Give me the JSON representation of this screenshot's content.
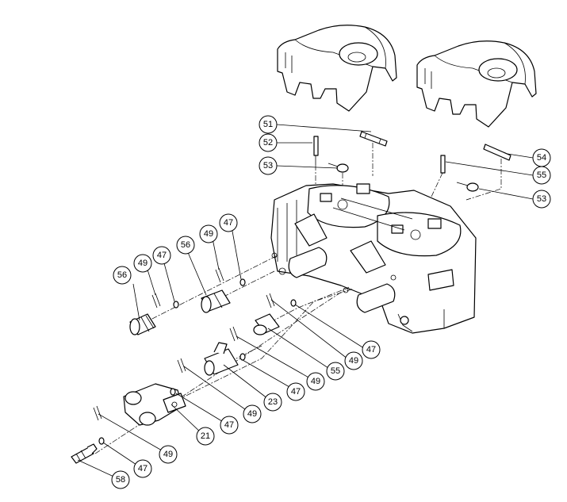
{
  "callouts": {
    "c51": "51",
    "c52": "52",
    "c53a": "53",
    "c54": "54",
    "c55a": "55",
    "c53b": "53",
    "c56a": "56",
    "c49a": "49",
    "c47a": "47",
    "c56b": "56",
    "c49b": "49",
    "c47b": "47",
    "c47c": "47",
    "c49c": "49",
    "c55b": "55",
    "c49d": "49",
    "c47d": "47",
    "c23": "23",
    "c49e": "49",
    "c47e": "47",
    "c21": "21",
    "c49f": "49",
    "c47f": "47",
    "c58": "58"
  }
}
